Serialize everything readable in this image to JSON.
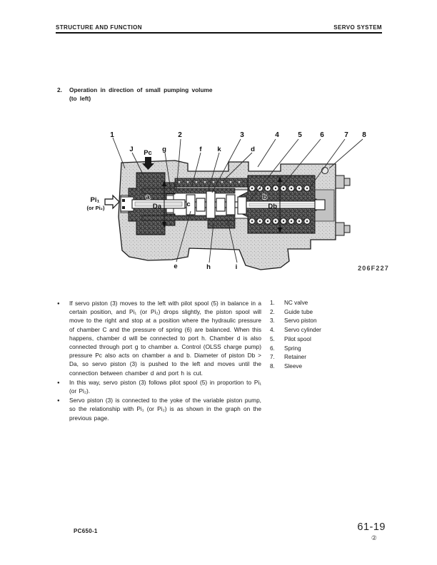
{
  "header": {
    "left": "STRUCTURE AND FUNCTION",
    "right": "SERVO SYSTEM"
  },
  "section": {
    "number": "2.",
    "title": "Operation in direction of small pumping volume",
    "subtitle": "(to left)"
  },
  "diagram": {
    "figure_number": "206F227",
    "callouts": {
      "c1": "1",
      "c2": "2",
      "c3": "3",
      "c4": "4",
      "c5": "5",
      "c6": "6",
      "c7": "7",
      "c8": "8"
    },
    "labels": {
      "j": "J",
      "pc": "Pc",
      "g": "g",
      "f": "f",
      "k": "k",
      "d": "d",
      "e": "e",
      "h": "h",
      "i": "i",
      "a": "a",
      "b": "b",
      "c": "c",
      "da": "Da",
      "db": "Db",
      "pi1": "Pi₁",
      "pi2": "(or Pi₂)"
    },
    "colors": {
      "body_gray": "#d7d7d7",
      "dark_gray": "#5f5f5f",
      "outline": "#1b1b1b"
    }
  },
  "main": {
    "bullets": [
      "If servo piston (3) moves to the left with pilot spool (5) in balance in a certain position, and Pi₁ (or Pi₂) drops slightly, the piston spool will move to the right and stop at a position where the hydraulic pressure of chamber C and the pressure of spring (6) are balanced. When this happens, chamber d will be connected to port h. Chamber d is also connected through port g to chamber a. Control (OLSS charge pump) pressure Pc also acts on chamber a and b. Diameter of piston Db > Da, so servo piston (3) is pushed to the left and moves until the connection between chamber d and port h is cut.",
      "In this way, servo piston (3) follows pilot spool (5) in proportion to Pi₁ (or Pi₂).",
      "Servo piston (3) is connected to the yoke of the variable piston pump, so the relationship with Pi₁ (or Pi₂) is as shown in the graph on the previous page."
    ]
  },
  "legend": {
    "items": [
      {
        "num": "1.",
        "label": "NC valve"
      },
      {
        "num": "2.",
        "label": "Guide tube"
      },
      {
        "num": "3.",
        "label": "Servo piston"
      },
      {
        "num": "4.",
        "label": "Servo cylinder"
      },
      {
        "num": "5.",
        "label": "Pilot spool"
      },
      {
        "num": "6.",
        "label": "Spring"
      },
      {
        "num": "7.",
        "label": "Retainer"
      },
      {
        "num": "8.",
        "label": "Sleeve"
      }
    ]
  },
  "footer": {
    "model": "PC650-1",
    "page": "61-19",
    "revision": "②"
  }
}
